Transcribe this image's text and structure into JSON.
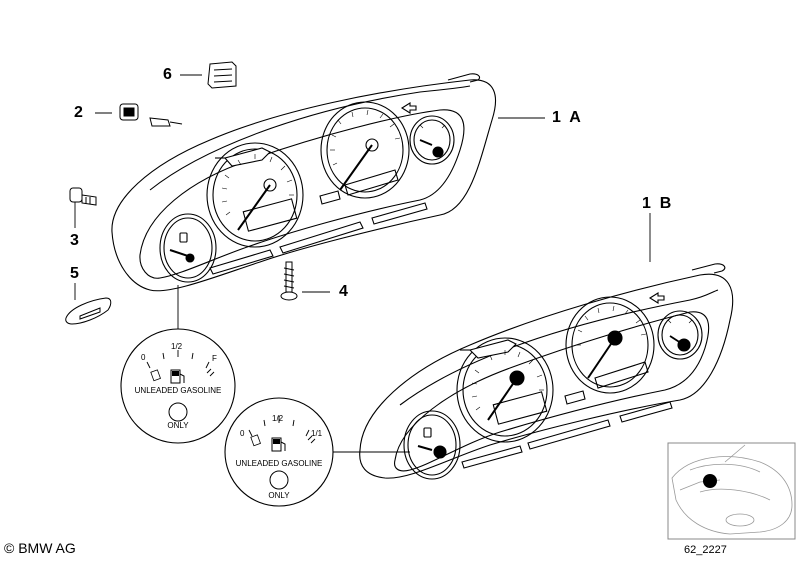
{
  "callouts": {
    "c1a": "1  A",
    "c1b": "1  B",
    "c2": "2",
    "c3": "3",
    "c4": "4",
    "c5": "5",
    "c6": "6"
  },
  "gauge_detail_a": {
    "mark_0": "0",
    "mark_half": "1/2",
    "mark_full": "F",
    "label": "UNLEADED GASOLINE",
    "only": "ONLY"
  },
  "gauge_detail_b": {
    "mark_0": "0",
    "mark_half": "1/2",
    "mark_full": "1/1",
    "label": "UNLEADED GASOLINE",
    "only": "ONLY"
  },
  "footer": {
    "copyright": "© BMW AG",
    "diagram_id": "62_2227"
  }
}
